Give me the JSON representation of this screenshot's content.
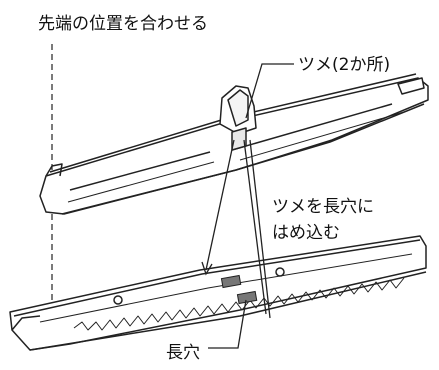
{
  "labels": {
    "align_tips": "先端の位置を合わせる",
    "hooks": "ツメ(2か所)",
    "insert_line1": "ツメを長穴に",
    "insert_line2": "はめ込む",
    "slot": "長穴"
  }
}
